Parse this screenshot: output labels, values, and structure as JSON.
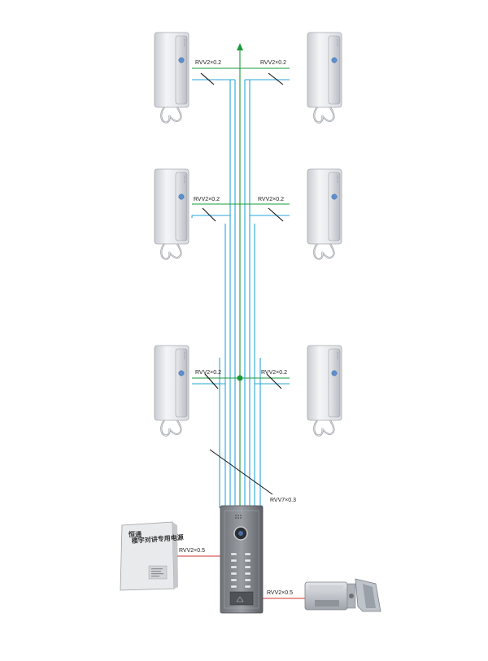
{
  "wire_labels": {
    "f1_left": "RVV2×0.2",
    "f1_right": "RVV2×0.2",
    "f2_left": "RVV2×0.2",
    "f2_right": "RVV2×0.2",
    "f3_left": "RVV2×0.2",
    "f3_right": "RVV2×0.2",
    "riser": "RVV7×0.3",
    "power": "RVV2×0.5",
    "lock": "RVV2×0.5"
  },
  "power_supply": {
    "brand": "恒通",
    "title": "楼宇对讲专用电源"
  },
  "colors": {
    "bus_wire": "#2aa6d8",
    "signal_wire": "#1a9a3a",
    "leader": "#111111",
    "power_wire": "#cc3333"
  }
}
